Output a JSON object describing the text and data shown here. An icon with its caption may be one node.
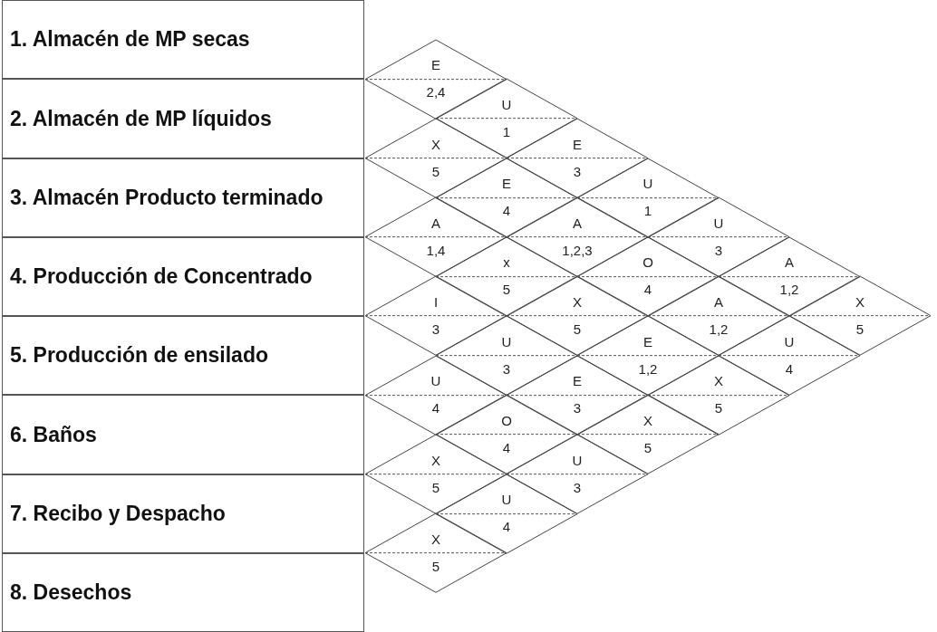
{
  "diagram": {
    "nodes": [
      {
        "text": [
          "1. Almacén de MP secas"
        ]
      },
      {
        "text": [
          "2. Almacén de MP líquidos"
        ]
      },
      {
        "text": [
          "3. Almacén Producto terminado"
        ]
      },
      {
        "text": [
          "4. Producción de Concentrado"
        ]
      },
      {
        "text": [
          "5. Producción de ensilado"
        ]
      },
      {
        "text": [
          "6. Baños"
        ]
      },
      {
        "text": [
          "7. Recibo y Despacho"
        ]
      },
      {
        "text": [
          "8. Desechos"
        ]
      },
      {
        "text": [
          "E",
          "2,4"
        ]
      },
      {
        "text": [
          "X",
          "5"
        ]
      },
      {
        "text": [
          "A",
          "1,4"
        ]
      },
      {
        "text": [
          "I",
          "3"
        ]
      },
      {
        "text": [
          "U",
          "4"
        ]
      },
      {
        "text": [
          "X",
          "5"
        ]
      },
      {
        "text": [
          "X",
          "5"
        ]
      },
      {
        "text": [
          "U",
          "1"
        ]
      },
      {
        "text": [
          "E",
          "4"
        ]
      },
      {
        "text": [
          "x",
          "5"
        ]
      },
      {
        "text": [
          "U",
          "3"
        ]
      },
      {
        "text": [
          "O",
          "4"
        ]
      },
      {
        "text": [
          "U",
          "4"
        ]
      },
      {
        "text": [
          "E",
          "3"
        ]
      },
      {
        "text": [
          "A",
          "1,2,3"
        ]
      },
      {
        "text": [
          "X",
          "5"
        ]
      },
      {
        "text": [
          "E",
          "3"
        ]
      },
      {
        "text": [
          "U",
          "3"
        ]
      },
      {
        "text": [
          "U",
          "1"
        ]
      },
      {
        "text": [
          "O",
          "4"
        ]
      },
      {
        "text": [
          "E",
          "1,2"
        ]
      },
      {
        "text": [
          "X",
          "5"
        ]
      },
      {
        "text": [
          "U",
          "3"
        ]
      },
      {
        "text": [
          "A",
          "1,2"
        ]
      },
      {
        "text": [
          "X",
          "5"
        ]
      },
      {
        "text": [
          "A",
          "1,2"
        ]
      },
      {
        "text": [
          "U",
          "4"
        ]
      },
      {
        "text": [
          "X",
          "5"
        ]
      }
    ]
  }
}
